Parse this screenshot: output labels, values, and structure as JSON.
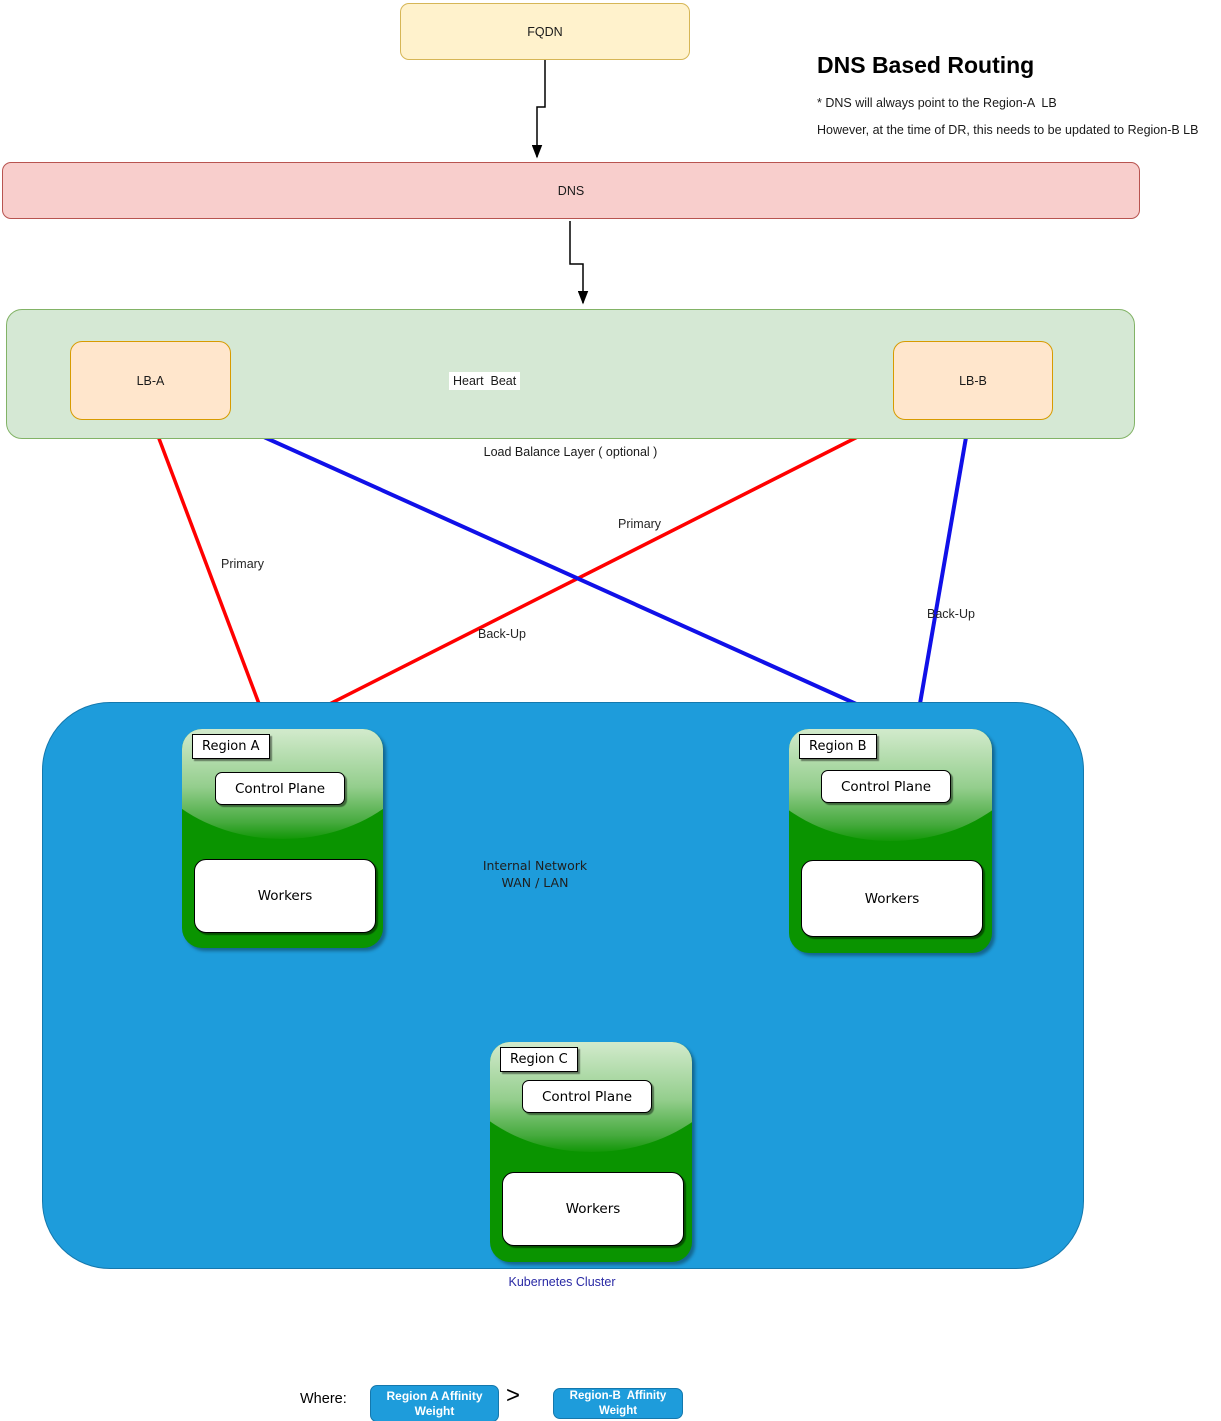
{
  "header": {
    "title": "DNS Based Routing",
    "note1": "* DNS will always point to the Region-A  LB",
    "note2": "However, at the time of DR, this needs to be updated to Region-B LB"
  },
  "nodes": {
    "fqdn": "FQDN",
    "dns": "DNS",
    "lb_a": "LB-A",
    "lb_b": "LB-B",
    "heart_beat": "Heart  Beat",
    "lb_layer_caption": "Load Balance Layer ( optional )"
  },
  "edge_labels": {
    "lba_primary": "Primary",
    "lbb_primary": "Primary",
    "lba_backup": "Back-Up",
    "lbb_backup": "Back-Up"
  },
  "cluster": {
    "caption": "Kubernetes Cluster",
    "network": {
      "line1": "Internal Network",
      "line2": "WAN / LAN"
    },
    "regions": [
      {
        "name": "Region A",
        "control_plane": "Control Plane",
        "workers": "Workers"
      },
      {
        "name": "Region B",
        "control_plane": "Control Plane",
        "workers": "Workers"
      },
      {
        "name": "Region C",
        "control_plane": "Control Plane",
        "workers": "Workers"
      }
    ]
  },
  "legend": {
    "where": "Where:",
    "operator": ">",
    "chip_a": {
      "line1": "Region A Affinity",
      "line2": "Weight"
    },
    "chip_b": {
      "line1": "Region-B  Affinity",
      "line2": "Weight"
    }
  },
  "colors": {
    "fqdn_fill": "#FFF2CC",
    "fqdn_border": "#D6B656",
    "dns_fill": "#F8CECC",
    "dns_border": "#B85450",
    "lb_layer_fill": "#D5E8D4",
    "lb_layer_border": "#82B366",
    "lb_fill": "#FFE6CC",
    "lb_border": "#D79B00",
    "cluster_blue": "#1E9CDB",
    "region_green": "#0A9400",
    "primary_arrow_red": "#FF0000",
    "backup_arrow_blue": "#1010E8",
    "network_circle_green": "#2BE82B",
    "cluster_caption_blue": "#2A2AA5"
  }
}
